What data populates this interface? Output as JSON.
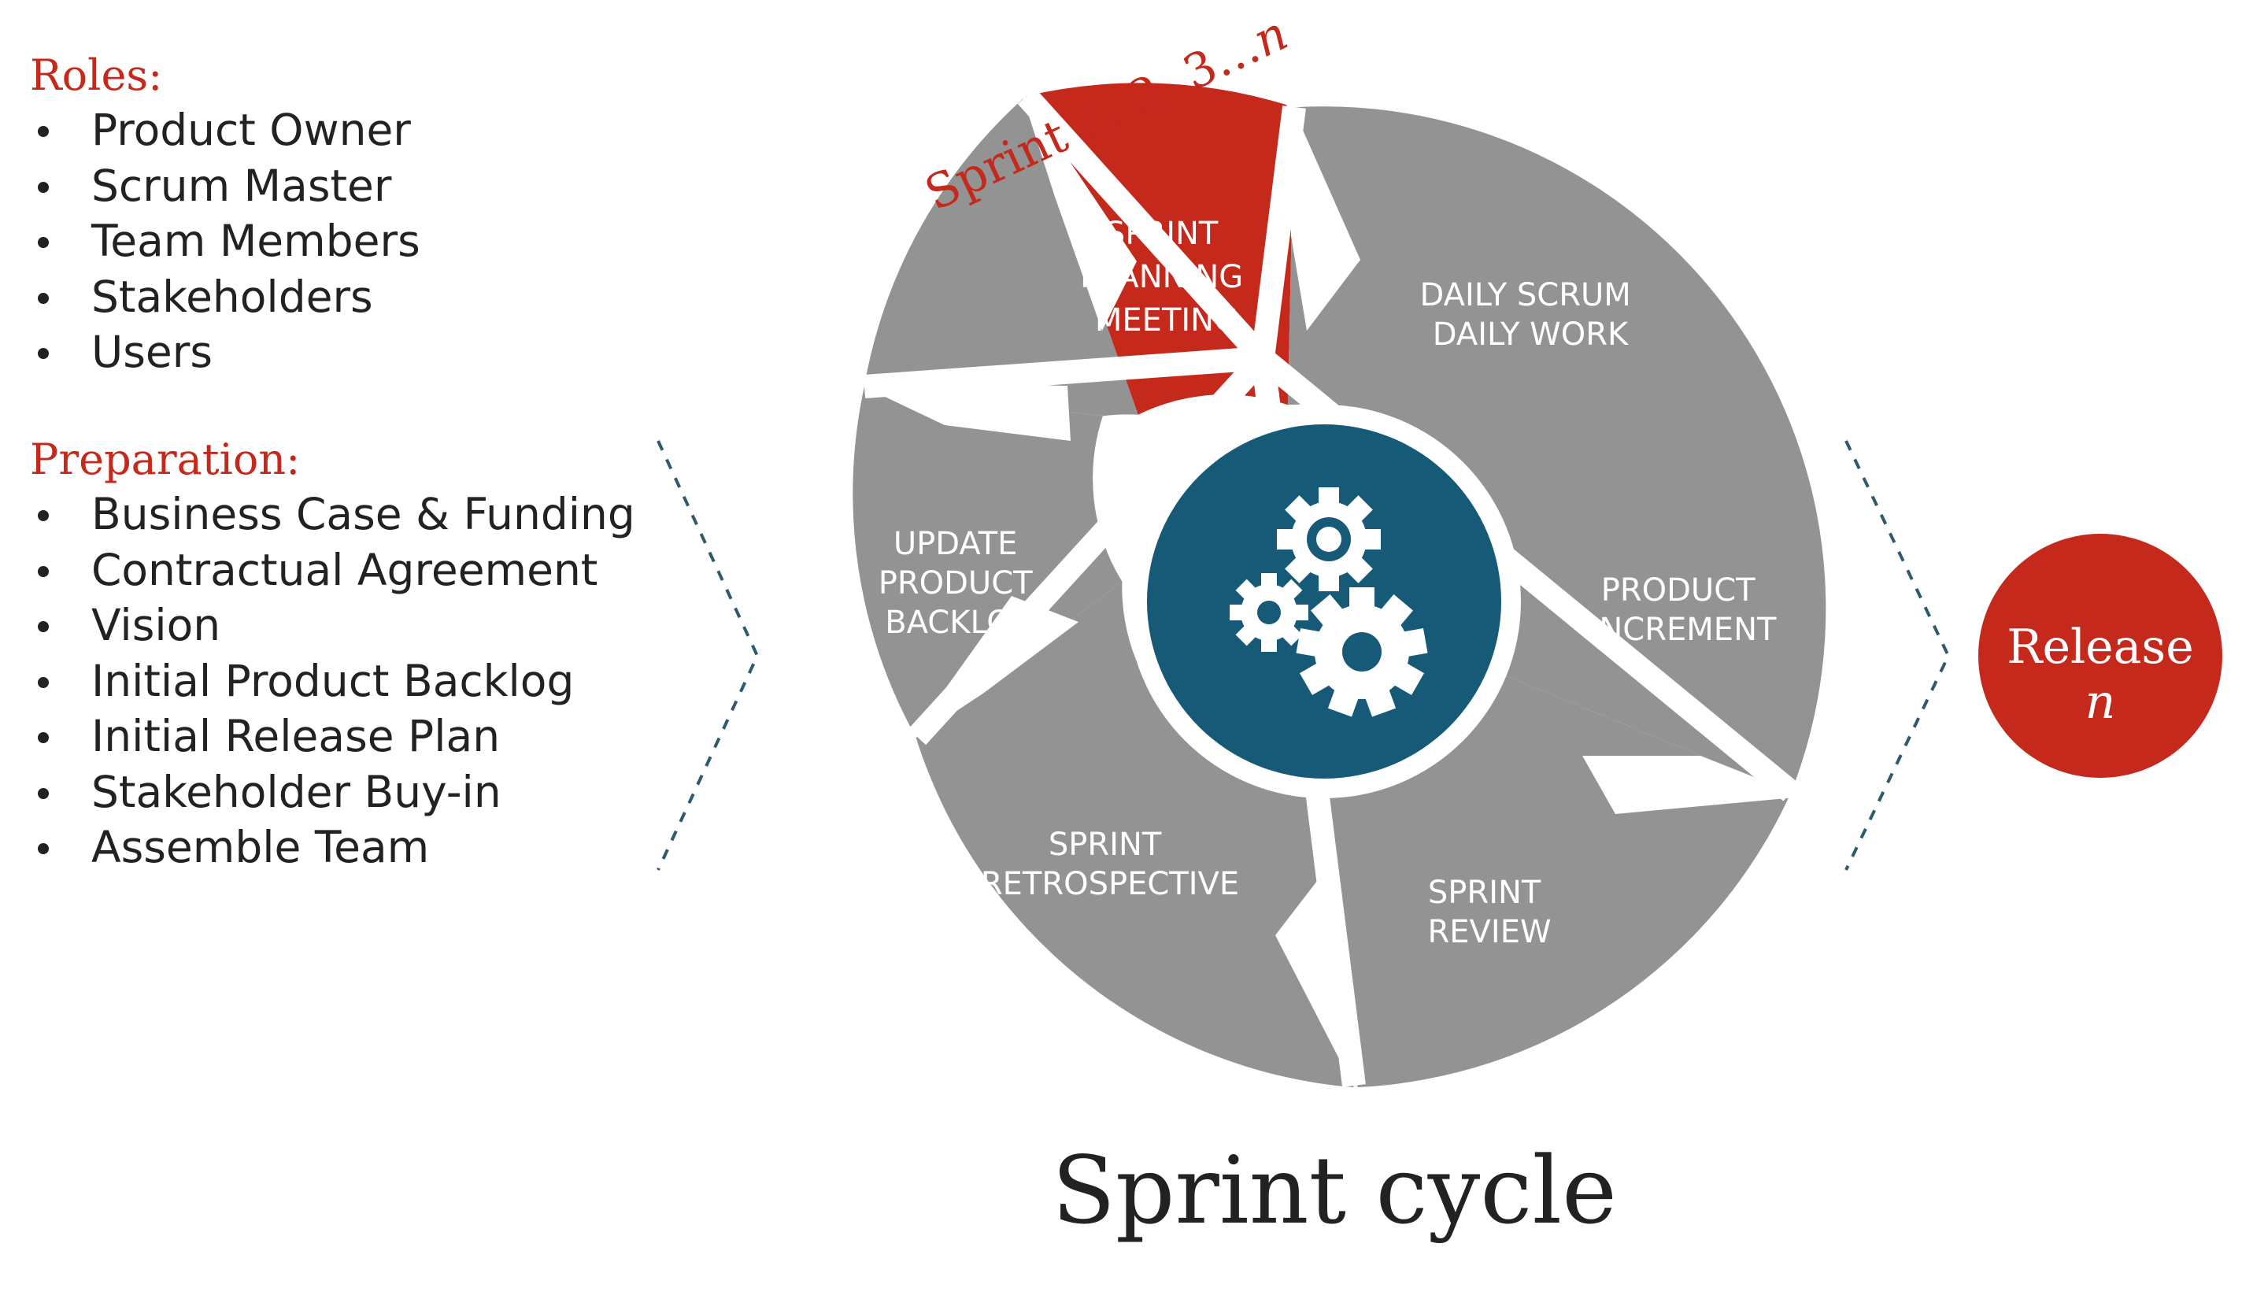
{
  "roles": {
    "heading": "Roles:",
    "items": [
      "Product Owner",
      "Scrum Master",
      "Team Members",
      "Stakeholders",
      "Users"
    ]
  },
  "preparation": {
    "heading": "Preparation:",
    "items": [
      "Business Case & Funding",
      "Contractual Agreement",
      "Vision",
      "Initial Product Backlog",
      "Initial Release Plan",
      "Stakeholder Buy-in",
      "Assemble Team"
    ]
  },
  "cycle": {
    "sprint_label": "Sprint 1, 2, 3…",
    "sprint_label_italic": "n",
    "segments": {
      "planning": [
        "SPRINT",
        "PLANNING",
        "MEETING"
      ],
      "daily": [
        "DAILY SCRUM",
        "DAILY WORK"
      ],
      "increment": [
        "PRODUCT",
        "INCREMENT"
      ],
      "review": [
        "SPRINT",
        "REVIEW"
      ],
      "retrospective": [
        "SPRINT",
        "RETROSPECTIVE"
      ],
      "backlog": [
        "UPDATE",
        "PRODUCT",
        "BACKLOG"
      ]
    },
    "center_icon": "gears-icon"
  },
  "release": {
    "label": "Release",
    "label_italic": "n"
  },
  "title": "Sprint cycle",
  "colors": {
    "segment_gray": "#939393",
    "accent_red": "#c4291c",
    "hub_blue": "#165a78",
    "dotted_chevron": "#2d5b6d",
    "text_dark": "#222222"
  }
}
